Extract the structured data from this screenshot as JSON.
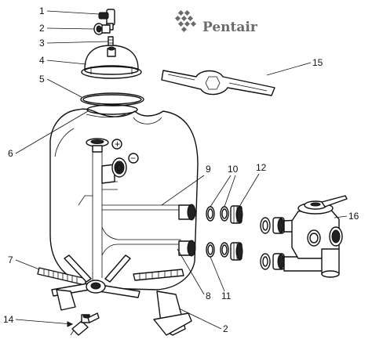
{
  "brand": {
    "name": "Pentair",
    "logo_color": "#6a6a6a"
  },
  "callouts": [
    {
      "id": "1",
      "label": "1"
    },
    {
      "id": "2a",
      "label": "2"
    },
    {
      "id": "3",
      "label": "3"
    },
    {
      "id": "4",
      "label": "4"
    },
    {
      "id": "5",
      "label": "5"
    },
    {
      "id": "6",
      "label": "6"
    },
    {
      "id": "7",
      "label": "7"
    },
    {
      "id": "8",
      "label": "8"
    },
    {
      "id": "9",
      "label": "9"
    },
    {
      "id": "10",
      "label": "10"
    },
    {
      "id": "11",
      "label": "11"
    },
    {
      "id": "12",
      "label": "12"
    },
    {
      "id": "14",
      "label": "14"
    },
    {
      "id": "15",
      "label": "15"
    },
    {
      "id": "16",
      "label": "16"
    },
    {
      "id": "2b",
      "label": "2"
    }
  ],
  "symbols": {
    "plus": "+",
    "minus": "−"
  }
}
